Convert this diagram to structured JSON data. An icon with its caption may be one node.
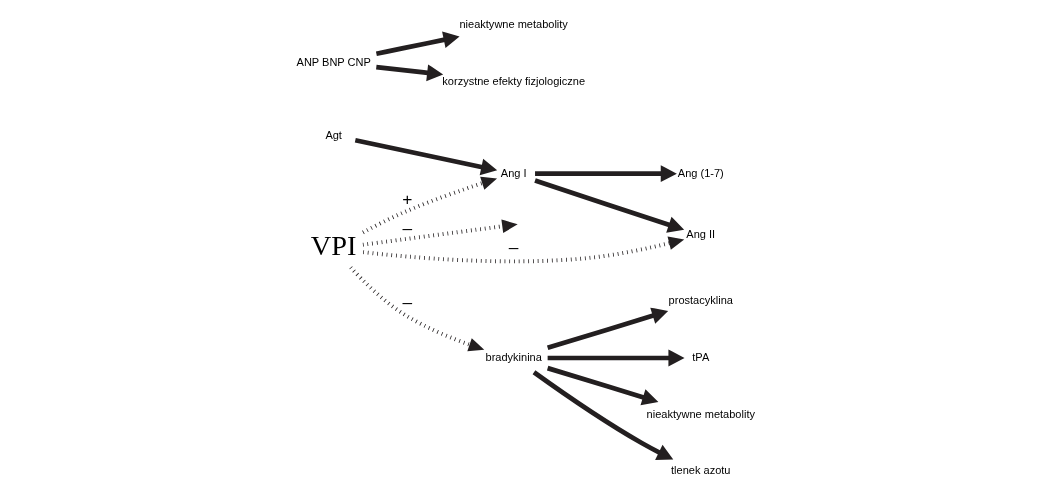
{
  "diagram": {
    "nodes": [
      {
        "text": [
          "Agt"
        ]
      },
      {
        "text": [
          "Ang I"
        ]
      },
      {
        "text": [
          "Ang II"
        ]
      },
      {
        "text": [
          "Ang (1-7)"
        ]
      },
      {
        "text": [
          "VPI"
        ]
      },
      {
        "text": [
          "bradykinina"
        ]
      },
      {
        "text": [
          "tlenek azotu"
        ]
      },
      {
        "text": [
          "prostacyklina"
        ]
      },
      {
        "text": [
          "tPA"
        ]
      },
      {
        "text": [
          "nieaktywne metabolity"
        ]
      },
      {
        "text": [
          "nieaktywne metabolity"
        ]
      },
      {
        "text": [
          "ANP BNP CNP"
        ]
      },
      {
        "text": [
          "korzystne efekty fizjologiczne"
        ]
      }
    ],
    "edges": [
      {
        "from": 0,
        "to": 1,
        "arrow": "to"
      },
      {
        "from": 1,
        "to": 2,
        "arrow": "to"
      },
      {
        "from": 1,
        "to": 3,
        "arrow": "to"
      },
      {
        "from": 4,
        "to": 2,
        "arrow": "to",
        "style": "dashed",
        "label": "–"
      },
      {
        "from": 4,
        "to": 1,
        "arrow": "to",
        "style": "dashed",
        "label": "+"
      },
      {
        "from": 4,
        "to": 5,
        "arrow": "to",
        "style": "dashed",
        "label": "–"
      },
      {
        "from": 4,
        "to": null,
        "arrow": "to",
        "style": "dashed",
        "label": "–"
      },
      {
        "from": 5,
        "to": 9,
        "arrow": "to"
      },
      {
        "from": 5,
        "to": 6,
        "arrow": "to"
      },
      {
        "from": 5,
        "to": 7,
        "arrow": "to"
      },
      {
        "from": 5,
        "to": 8,
        "arrow": "to"
      },
      {
        "from": 11,
        "to": 10,
        "arrow": "to"
      },
      {
        "from": 11,
        "to": 12,
        "arrow": "to"
      }
    ]
  }
}
